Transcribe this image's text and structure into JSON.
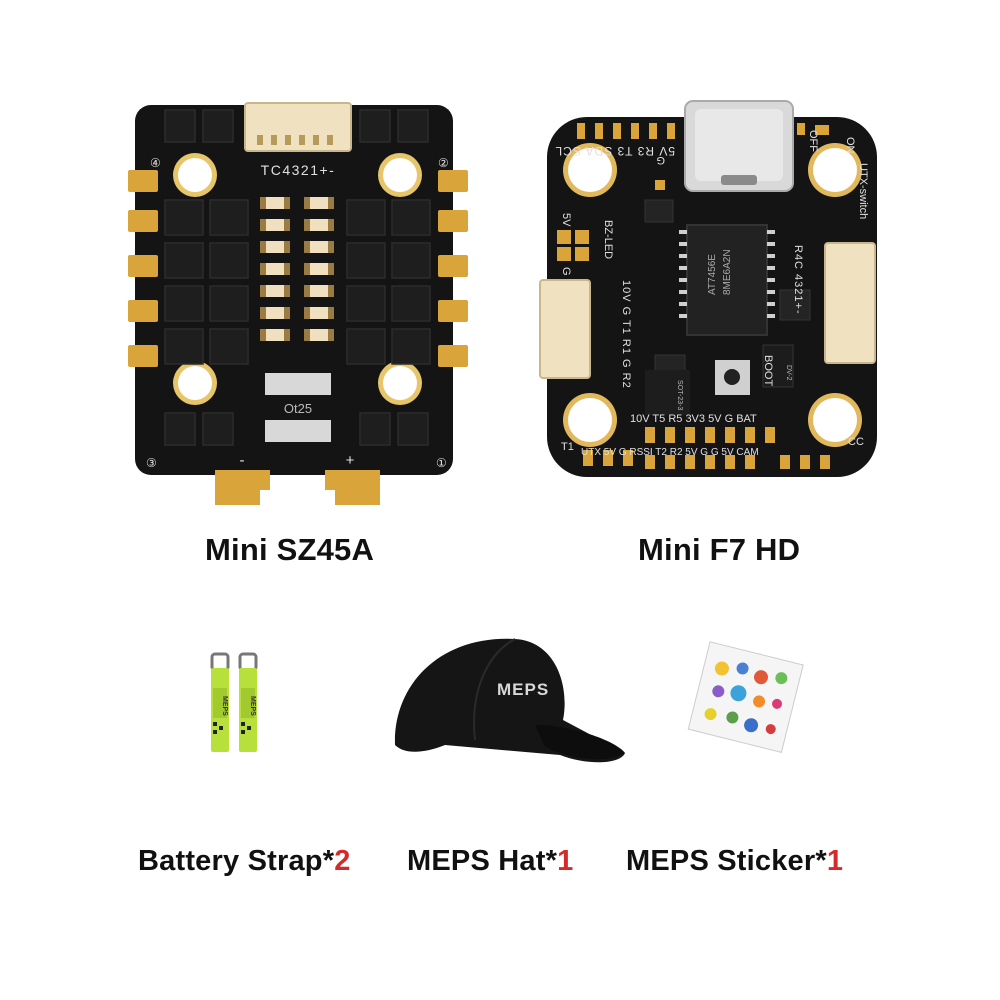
{
  "esc": {
    "name": "Mini SZ45A",
    "silkscreen_header": "TC4321+-",
    "pad_minus": "-",
    "pad_plus": "+",
    "corner_1": "①",
    "corner_2": "②",
    "corner_3": "③",
    "corner_4": "④",
    "chip_mark": "Ot25"
  },
  "fc": {
    "name": "Mini F7 HD",
    "top_labels": "5V R3 T3 SDA SCL",
    "label_G_top": "G",
    "label_off": "OFF",
    "label_on": "ON",
    "label_utx_switch": "UTX-switch",
    "label_5v_left": "5V",
    "label_g_left": "G",
    "label_bz_led": "BZ-LED",
    "label_r4c": "R4C 4321+-",
    "label_uart_col": "10V G T1 R1 G R2",
    "chip_text": "AT7456E",
    "chip_sub": "8ME6A2N",
    "label_boot": "BOOT",
    "row1": "10V  T5  R5  3V3  5V  G  BAT",
    "row2": "UTX  5V  G  RSSI  T2  R2  5V  G  G  5V  CAM",
    "label_t1": "T1",
    "label_cc": "CC",
    "label_sot": "SOT-23-3",
    "label_ic2": "DV-2"
  },
  "accessories": [
    {
      "name": "Battery Strap*",
      "qty": "2"
    },
    {
      "name": "MEPS Hat*",
      "qty": "1"
    },
    {
      "name": "MEPS Sticker*",
      "qty": "1"
    }
  ],
  "hat_logo": "MEPS",
  "strap_logo": "MEPS",
  "colors": {
    "pcb": "#121212",
    "gold": "#d9a53a",
    "strap": "#b8e03a",
    "accent_qty": "#d62a2a"
  }
}
